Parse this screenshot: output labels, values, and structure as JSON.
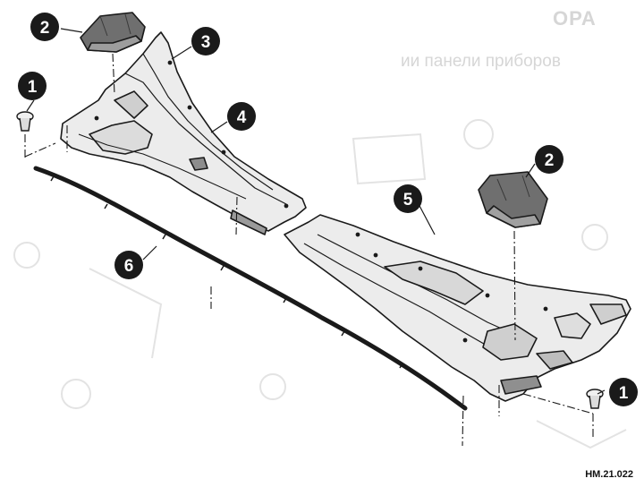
{
  "figure": {
    "code": "HM.21.022",
    "background_header_text": "ОРА",
    "background_subheader_text": "ии панели приборов",
    "ink_color": "#1a1a1a",
    "panel_fill": "#e9e9e9",
    "shade_fill": "#6f6f6f"
  },
  "callouts": [
    {
      "id": "c2a",
      "number": "2",
      "part": "cap-left"
    },
    {
      "id": "c3",
      "number": "3",
      "part": "left-panel-inner"
    },
    {
      "id": "c1a",
      "number": "1",
      "part": "clip-left"
    },
    {
      "id": "c4",
      "number": "4",
      "part": "left-panel"
    },
    {
      "id": "c2b",
      "number": "2",
      "part": "cap-right"
    },
    {
      "id": "c5",
      "number": "5",
      "part": "right-panel"
    },
    {
      "id": "c6",
      "number": "6",
      "part": "seal-strip"
    },
    {
      "id": "c1b",
      "number": "1",
      "part": "clip-right"
    }
  ]
}
